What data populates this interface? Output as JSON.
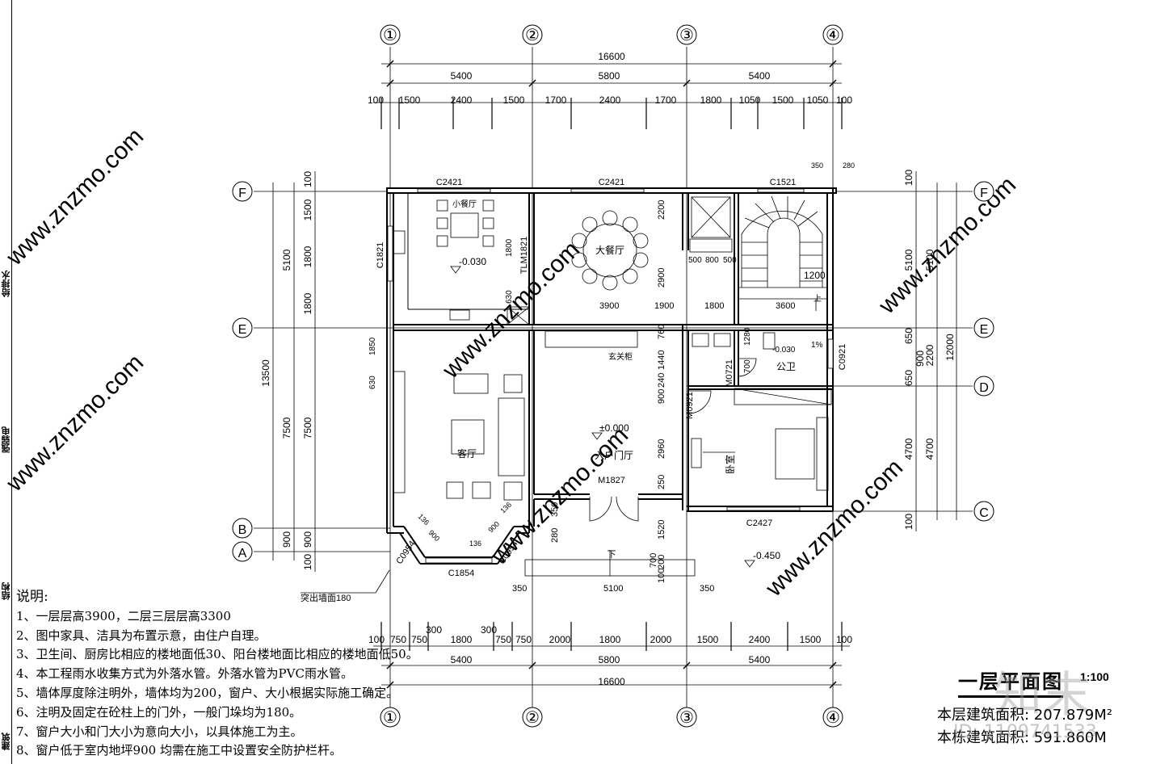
{
  "axes": {
    "cols": [
      "①",
      "②",
      "③",
      "④"
    ],
    "rows": [
      "F",
      "E",
      "D",
      "C",
      "B",
      "A"
    ]
  },
  "dims": {
    "total_top": "16600",
    "top_segments": [
      "5400",
      "5800",
      "5400"
    ],
    "top_detail": [
      "100",
      "1500",
      "2400",
      "1500",
      "1700",
      "2400",
      "1700",
      "1800",
      "1050",
      "1500",
      "1050",
      "100"
    ],
    "bottom_detail": [
      "100",
      "750",
      "750",
      "1800",
      "750",
      "750",
      "2000",
      "1800",
      "2000",
      "1500",
      "2400",
      "1500",
      "100"
    ],
    "bottom_extra": [
      "300",
      "300"
    ],
    "bottom_segments": [
      "5400",
      "5800",
      "5400"
    ],
    "total_bottom": "16600",
    "left_outer": "13500",
    "left_mid": [
      "5100",
      "7500",
      "900"
    ],
    "left_inner": [
      "100",
      "1500",
      "1800",
      "1800",
      "7500",
      "900",
      "100"
    ],
    "right_outer": "12000",
    "right_mid": [
      "5100",
      "2200",
      "4700"
    ],
    "right_inner": [
      "100",
      "5100",
      "650",
      "900",
      "650",
      "4700",
      "100"
    ],
    "interior": [
      "3900",
      "1900",
      "1800",
      "3600",
      "1200",
      "500",
      "800",
      "500",
      "2200",
      "2900",
      "760",
      "1440",
      "900",
      "240",
      "2960",
      "250",
      "1520",
      "700",
      "100",
      "200",
      "350",
      "280",
      "5100",
      "350",
      "350",
      "136",
      "136",
      "136",
      "900",
      "900",
      "1850",
      "630",
      "1800",
      "630",
      "1280",
      "700",
      "280",
      "350"
    ]
  },
  "windows": {
    "c2421_a": "C2421",
    "c2421_b": "C2421",
    "c1521": "C1521",
    "c1821": "C1821",
    "tlm1821": "TLM1821",
    "c0921": "C0921",
    "m0721": "M0721",
    "m0921": "M0921",
    "c2427": "C2427",
    "m1827": "M1827",
    "c1854": "C1854",
    "c0954a": "C0954",
    "c0954b": "C0954"
  },
  "rooms": {
    "small_dining": "小餐厅",
    "big_dining": "大餐厅",
    "living": "客厅",
    "entry": "入户门厅",
    "wc": "公卫",
    "bedroom": "卧室",
    "entry_cabinet": "玄关柜",
    "up": "上",
    "down": "下"
  },
  "levels": {
    "kitchen": "-0.030",
    "wc": "-0.030",
    "main": "±0.000",
    "outside": "-0.450",
    "slope": "1%"
  },
  "labels": {
    "protruding_wall": "突出墙面180"
  },
  "notes": {
    "title": "说明:",
    "items": [
      "1、一层层高3900，二层三层层高3300",
      "2、图中家具、洁具为布置示意，由住户自理。",
      "3、卫生间、厨房比相应的楼地面低30、阳台楼地面比相应的楼地面低50。",
      "4、本工程雨水收集方式为外落水管。外落水管为PVC雨水管。",
      "5、墙体厚度除注明外，墙体均为200，窗户、大小根据实际施工确定。",
      "6、注明及固定在砼柱上的门外，一般门垛均为180。",
      "7、窗户大小和门大小为意向大小，以具体施工为主。",
      "8、窗户低于室内地坪900 均需在施工中设置安全防护栏杆。"
    ]
  },
  "plan_title": "一层平面图",
  "plan_scale": "1:100",
  "area": {
    "floor": "本层建筑面积: 207.879M²",
    "total": "本栋建筑面积: 591.860M"
  },
  "watermark": {
    "text": "www.znzmo.com",
    "brand": "知末",
    "id": "ID: 1109741533"
  },
  "sidebar": [
    "给排水",
    "强弱电",
    "结构",
    "建筑"
  ]
}
